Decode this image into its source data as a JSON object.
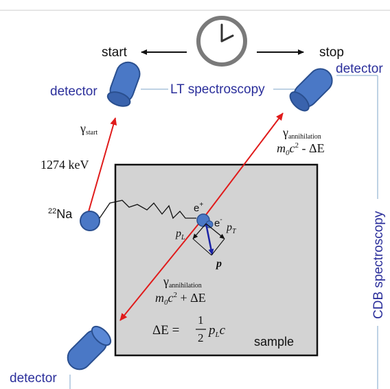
{
  "colors": {
    "detector_fill": "#4a78c6",
    "detector_edge": "#2a4f8f",
    "gamma_ray": "#e01b1b",
    "label_blue": "#2b2f9b",
    "sample_fill": "#d3d3d3",
    "frame_line": "#a8c3dc",
    "momentum_vector": "#1a23a6"
  },
  "clock": {
    "icon": "clock-icon",
    "start_label": "start",
    "stop_label": "stop"
  },
  "detectors": {
    "top_left_label": "detector",
    "top_right_label": "detector",
    "bottom_left_label": "detector"
  },
  "spectroscopy": {
    "lt_label": "LT spectroscopy",
    "cdb_label": "CDB spectroscopy"
  },
  "source": {
    "mass_number": "22",
    "element": "Na",
    "energy": "1274 keV",
    "gamma_symbol": "γ",
    "gamma_subscript": "start"
  },
  "annihilation_top": {
    "gamma_symbol": "γ",
    "subscript": "annihilation",
    "energy_m": "m",
    "energy_zero": "0",
    "energy_c": "c",
    "energy_sq": "2",
    "energy_op": " - ΔE"
  },
  "annihilation_bottom": {
    "gamma_symbol": "γ",
    "subscript": "annihilation",
    "energy_m": "m",
    "energy_zero": "0",
    "energy_c": "c",
    "energy_sq": "2",
    "energy_op": " + ΔE"
  },
  "sample": {
    "label": "sample",
    "positron": "e",
    "positron_sign": "+",
    "electron": "e",
    "electron_sign": "-",
    "p_L": "p",
    "p_L_sub": "L",
    "p_T": "p",
    "p_T_sub": "T",
    "p": "p"
  },
  "formula": {
    "lhs": "ΔE =",
    "numerator": "1",
    "denominator": "2",
    "p": "p",
    "p_sub": "L",
    "c": "c"
  }
}
